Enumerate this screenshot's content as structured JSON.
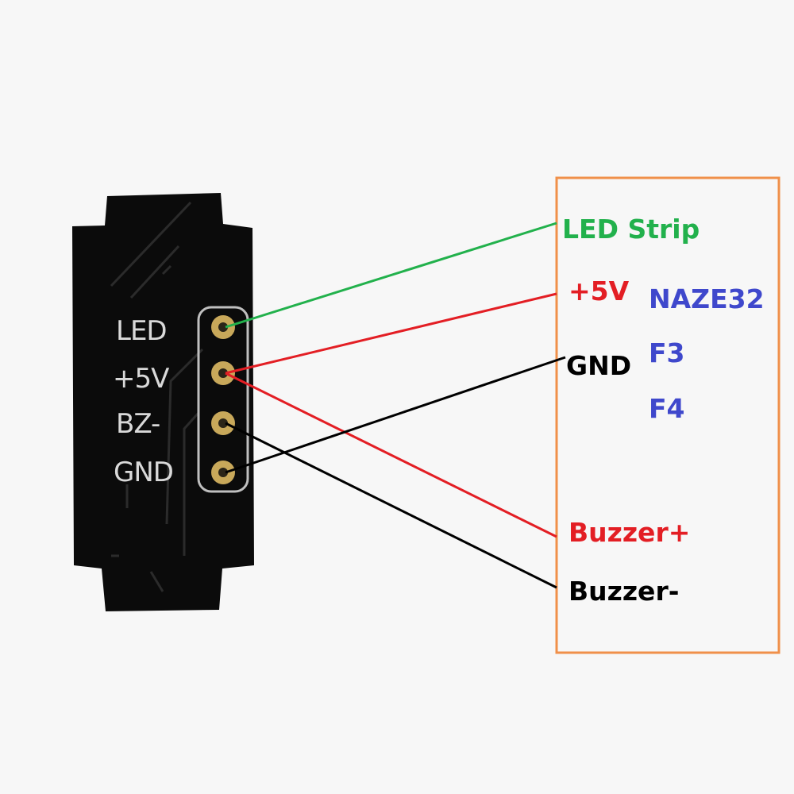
{
  "board": {
    "pin_labels": [
      "LED",
      "+5V",
      "BZ-",
      "GND"
    ]
  },
  "fc_box": {
    "connections": {
      "led_strip": "LED Strip",
      "plus5v": "+5V",
      "gnd": "GND",
      "buzzer_plus": "Buzzer+",
      "buzzer_minus": "Buzzer-"
    },
    "controllers": [
      "NAZE32",
      "F3",
      "F4"
    ]
  },
  "colors": {
    "background": "#f7f7f7",
    "pcb": "#0b0b0b",
    "silkscreen": "#d9d9d9",
    "pad_gold": "#c8a85a",
    "box_border": "#f0904a",
    "green": "#22b14c",
    "red": "#e31e24",
    "black": "#000000",
    "blue": "#3f48cc"
  },
  "wires": [
    {
      "from_pin": "LED",
      "to": "LED Strip",
      "color": "green"
    },
    {
      "from_pin": "+5V",
      "to": "+5V",
      "color": "red"
    },
    {
      "from_pin": "+5V",
      "to": "Buzzer+",
      "color": "red"
    },
    {
      "from_pin": "BZ-",
      "to": "Buzzer-",
      "color": "black"
    },
    {
      "from_pin": "GND",
      "to": "GND",
      "color": "black"
    }
  ]
}
